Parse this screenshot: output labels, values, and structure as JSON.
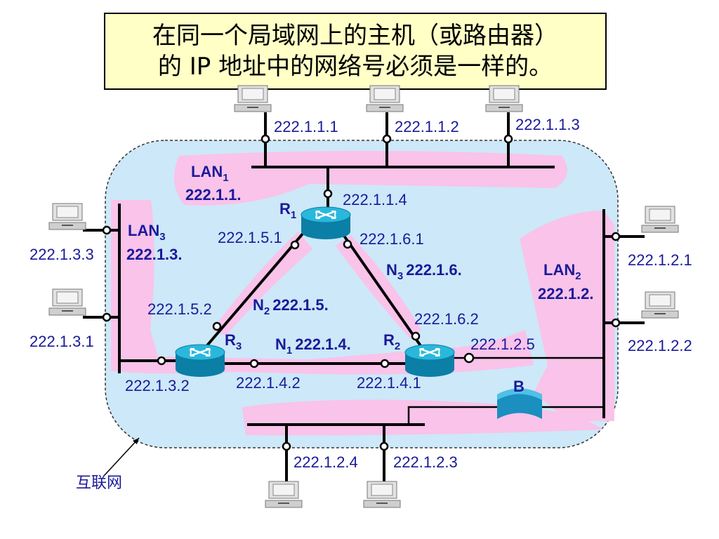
{
  "title": {
    "line1": "在同一个局域网上的主机（或路由器）",
    "line2": "的 IP 地址中的网络号必须是一样的。"
  },
  "internet_label": "互联网",
  "lans": {
    "lan1": {
      "name": "LAN",
      "sub": "1",
      "net": "222.1.1."
    },
    "lan2": {
      "name": "LAN",
      "sub": "2",
      "net": "222.1.2."
    },
    "lan3": {
      "name": "LAN",
      "sub": "3",
      "net": "222.1.3."
    }
  },
  "links": {
    "n1": {
      "name": "N",
      "sub": "1",
      "net": "222.1.4."
    },
    "n2": {
      "name": "N",
      "sub": "2",
      "net": "222.1.5."
    },
    "n3": {
      "name": "N",
      "sub": "3",
      "net": "222.1.6."
    }
  },
  "routers": {
    "r1": {
      "name": "R",
      "sub": "1"
    },
    "r2": {
      "name": "R",
      "sub": "2"
    },
    "r3": {
      "name": "R",
      "sub": "3"
    }
  },
  "bridge": {
    "label": "B"
  },
  "addresses": {
    "h111": "222.1.1.1",
    "h112": "222.1.1.2",
    "h113": "222.1.1.3",
    "r1_lan1": "222.1.1.4",
    "r1_n2": "222.1.5.1",
    "r1_n3": "222.1.6.1",
    "h133": "222.1.3.3",
    "h131": "222.1.3.1",
    "r3_n2": "222.1.5.2",
    "r3_lan3": "222.1.3.2",
    "r3_n1": "222.1.4.2",
    "r2_n3": "222.1.6.2",
    "r2_lan2": "222.1.2.5",
    "r2_n1": "222.1.4.1",
    "h121": "222.1.2.1",
    "h122": "222.1.2.2",
    "h124": "222.1.2.4",
    "h123": "222.1.2.3"
  },
  "colors": {
    "cloud": "#cde8f8",
    "lan_highlight": "#f9c3ea",
    "router": "#1aa6c8",
    "text": "#1a1a99",
    "title_bg": "#ffffc6"
  }
}
